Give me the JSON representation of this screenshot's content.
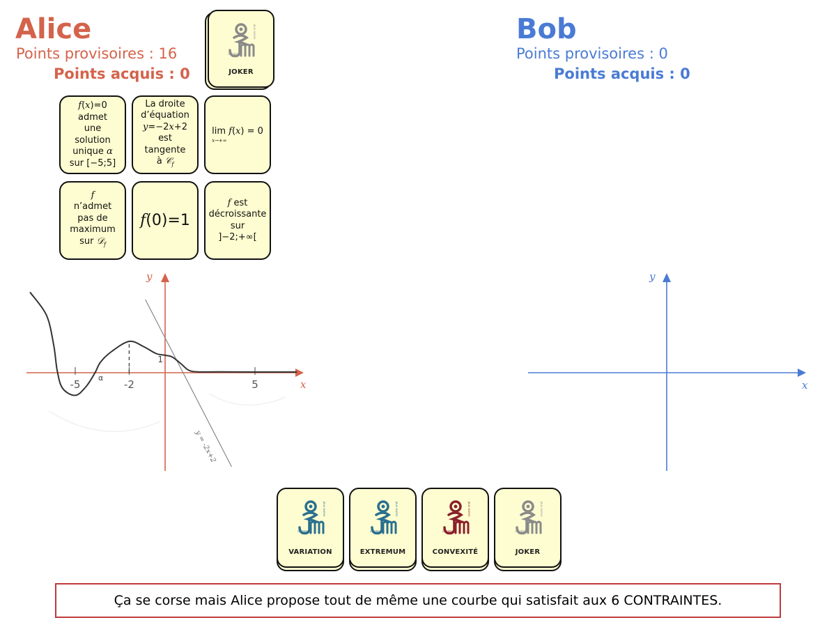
{
  "players": {
    "alice": {
      "name": "Alice",
      "color": "#d4634b",
      "provisional_label": "Points provisoires : 16",
      "provisional_points": 16,
      "acquired_label": "Points acquis : 0",
      "acquired_points": 0
    },
    "bob": {
      "name": "Bob",
      "color": "#4a7bd4",
      "provisional_label": "Points provisoires : 0",
      "provisional_points": 0,
      "acquired_label": "Points acquis : 0",
      "acquired_points": 0
    }
  },
  "alice_joker_card": {
    "label": "JOKER",
    "logo_color": "#8a8a8a"
  },
  "constraint_cards": [
    {
      "id": "c1",
      "lines": [
        "f(x)=0",
        "admet",
        "une",
        "solution",
        "unique α",
        "sur [−5;5]"
      ]
    },
    {
      "id": "c2",
      "lines": [
        "La droite",
        "d’équation",
        "y=−2x+2",
        "est",
        "tangente",
        "à 𝒞f"
      ]
    },
    {
      "id": "c3",
      "lines": [
        "lim f(x) = 0",
        "x→+∞"
      ]
    },
    {
      "id": "c4",
      "lines": [
        "f",
        "n’admet",
        "pas de",
        "maximum",
        "sur 𝒟f"
      ]
    },
    {
      "id": "c5",
      "lines": [
        "f(0)=1"
      ]
    },
    {
      "id": "c6",
      "lines": [
        "f est",
        "décroissante",
        "sur",
        "]−2;+∞["
      ]
    }
  ],
  "decks": [
    {
      "label": "VARIATION",
      "logo_color": "#2a6f8f"
    },
    {
      "label": "EXTREMUM",
      "logo_color": "#2a6f8f"
    },
    {
      "label": "CONVEXITÉ",
      "logo_color": "#8a1f2c"
    },
    {
      "label": "JOKER",
      "logo_color": "#8a8a8a"
    }
  ],
  "message": "Ça se corse mais Alice propose tout de même une courbe qui satisfait aux 6 CONTRAINTES.",
  "chart_data": [
    {
      "type": "line",
      "title": "Courbe proposée par Alice",
      "xlabel": "x",
      "ylabel": "y",
      "axis_color": "#d4634b",
      "x_ticks": [
        {
          "value": -5,
          "label": "-5"
        },
        {
          "value": -2,
          "label": "-2"
        },
        {
          "value": 5,
          "label": "5"
        }
      ],
      "y_ticks": [
        {
          "value": 1,
          "label": "1"
        }
      ],
      "annotations": [
        {
          "text": "α",
          "x": -3.8,
          "y": 0
        },
        {
          "text": "y = -2x+2",
          "note": "tangent line label"
        }
      ],
      "xlim": [
        -7.7,
        7.5
      ],
      "ylim": [
        -5.5,
        5.8
      ],
      "series": [
        {
          "name": "f (hand-drawn curve)",
          "color": "#333333",
          "points": [
            [
              -7.5,
              4.6
            ],
            [
              -6.6,
              3.3
            ],
            [
              -6.2,
              1.6
            ],
            [
              -6.0,
              0.1
            ],
            [
              -5.7,
              -0.9
            ],
            [
              -5.0,
              -1.3
            ],
            [
              -4.4,
              -0.8
            ],
            [
              -3.9,
              0.0
            ],
            [
              -3.6,
              0.6
            ],
            [
              -3.0,
              1.2
            ],
            [
              -2.0,
              1.8
            ],
            [
              -1.2,
              1.5
            ],
            [
              -0.5,
              1.1
            ],
            [
              0.0,
              1.0
            ],
            [
              0.4,
              0.9
            ],
            [
              0.9,
              0.5
            ],
            [
              1.3,
              0.15
            ],
            [
              1.8,
              0.05
            ],
            [
              3.0,
              0.05
            ],
            [
              5.0,
              0.04
            ],
            [
              7.3,
              0.04
            ]
          ]
        },
        {
          "name": "tangente y = -2x+2",
          "color": "#888888",
          "points": [
            [
              -1.1,
              4.2
            ],
            [
              3.7,
              -5.4
            ]
          ]
        }
      ],
      "dashed_markers": [
        {
          "x": -2,
          "from_y": 0,
          "to_y": 1.8
        }
      ]
    },
    {
      "type": "line",
      "title": "Repère vide de Bob",
      "xlabel": "x",
      "ylabel": "y",
      "axis_color": "#4a7bd4",
      "series": []
    }
  ]
}
